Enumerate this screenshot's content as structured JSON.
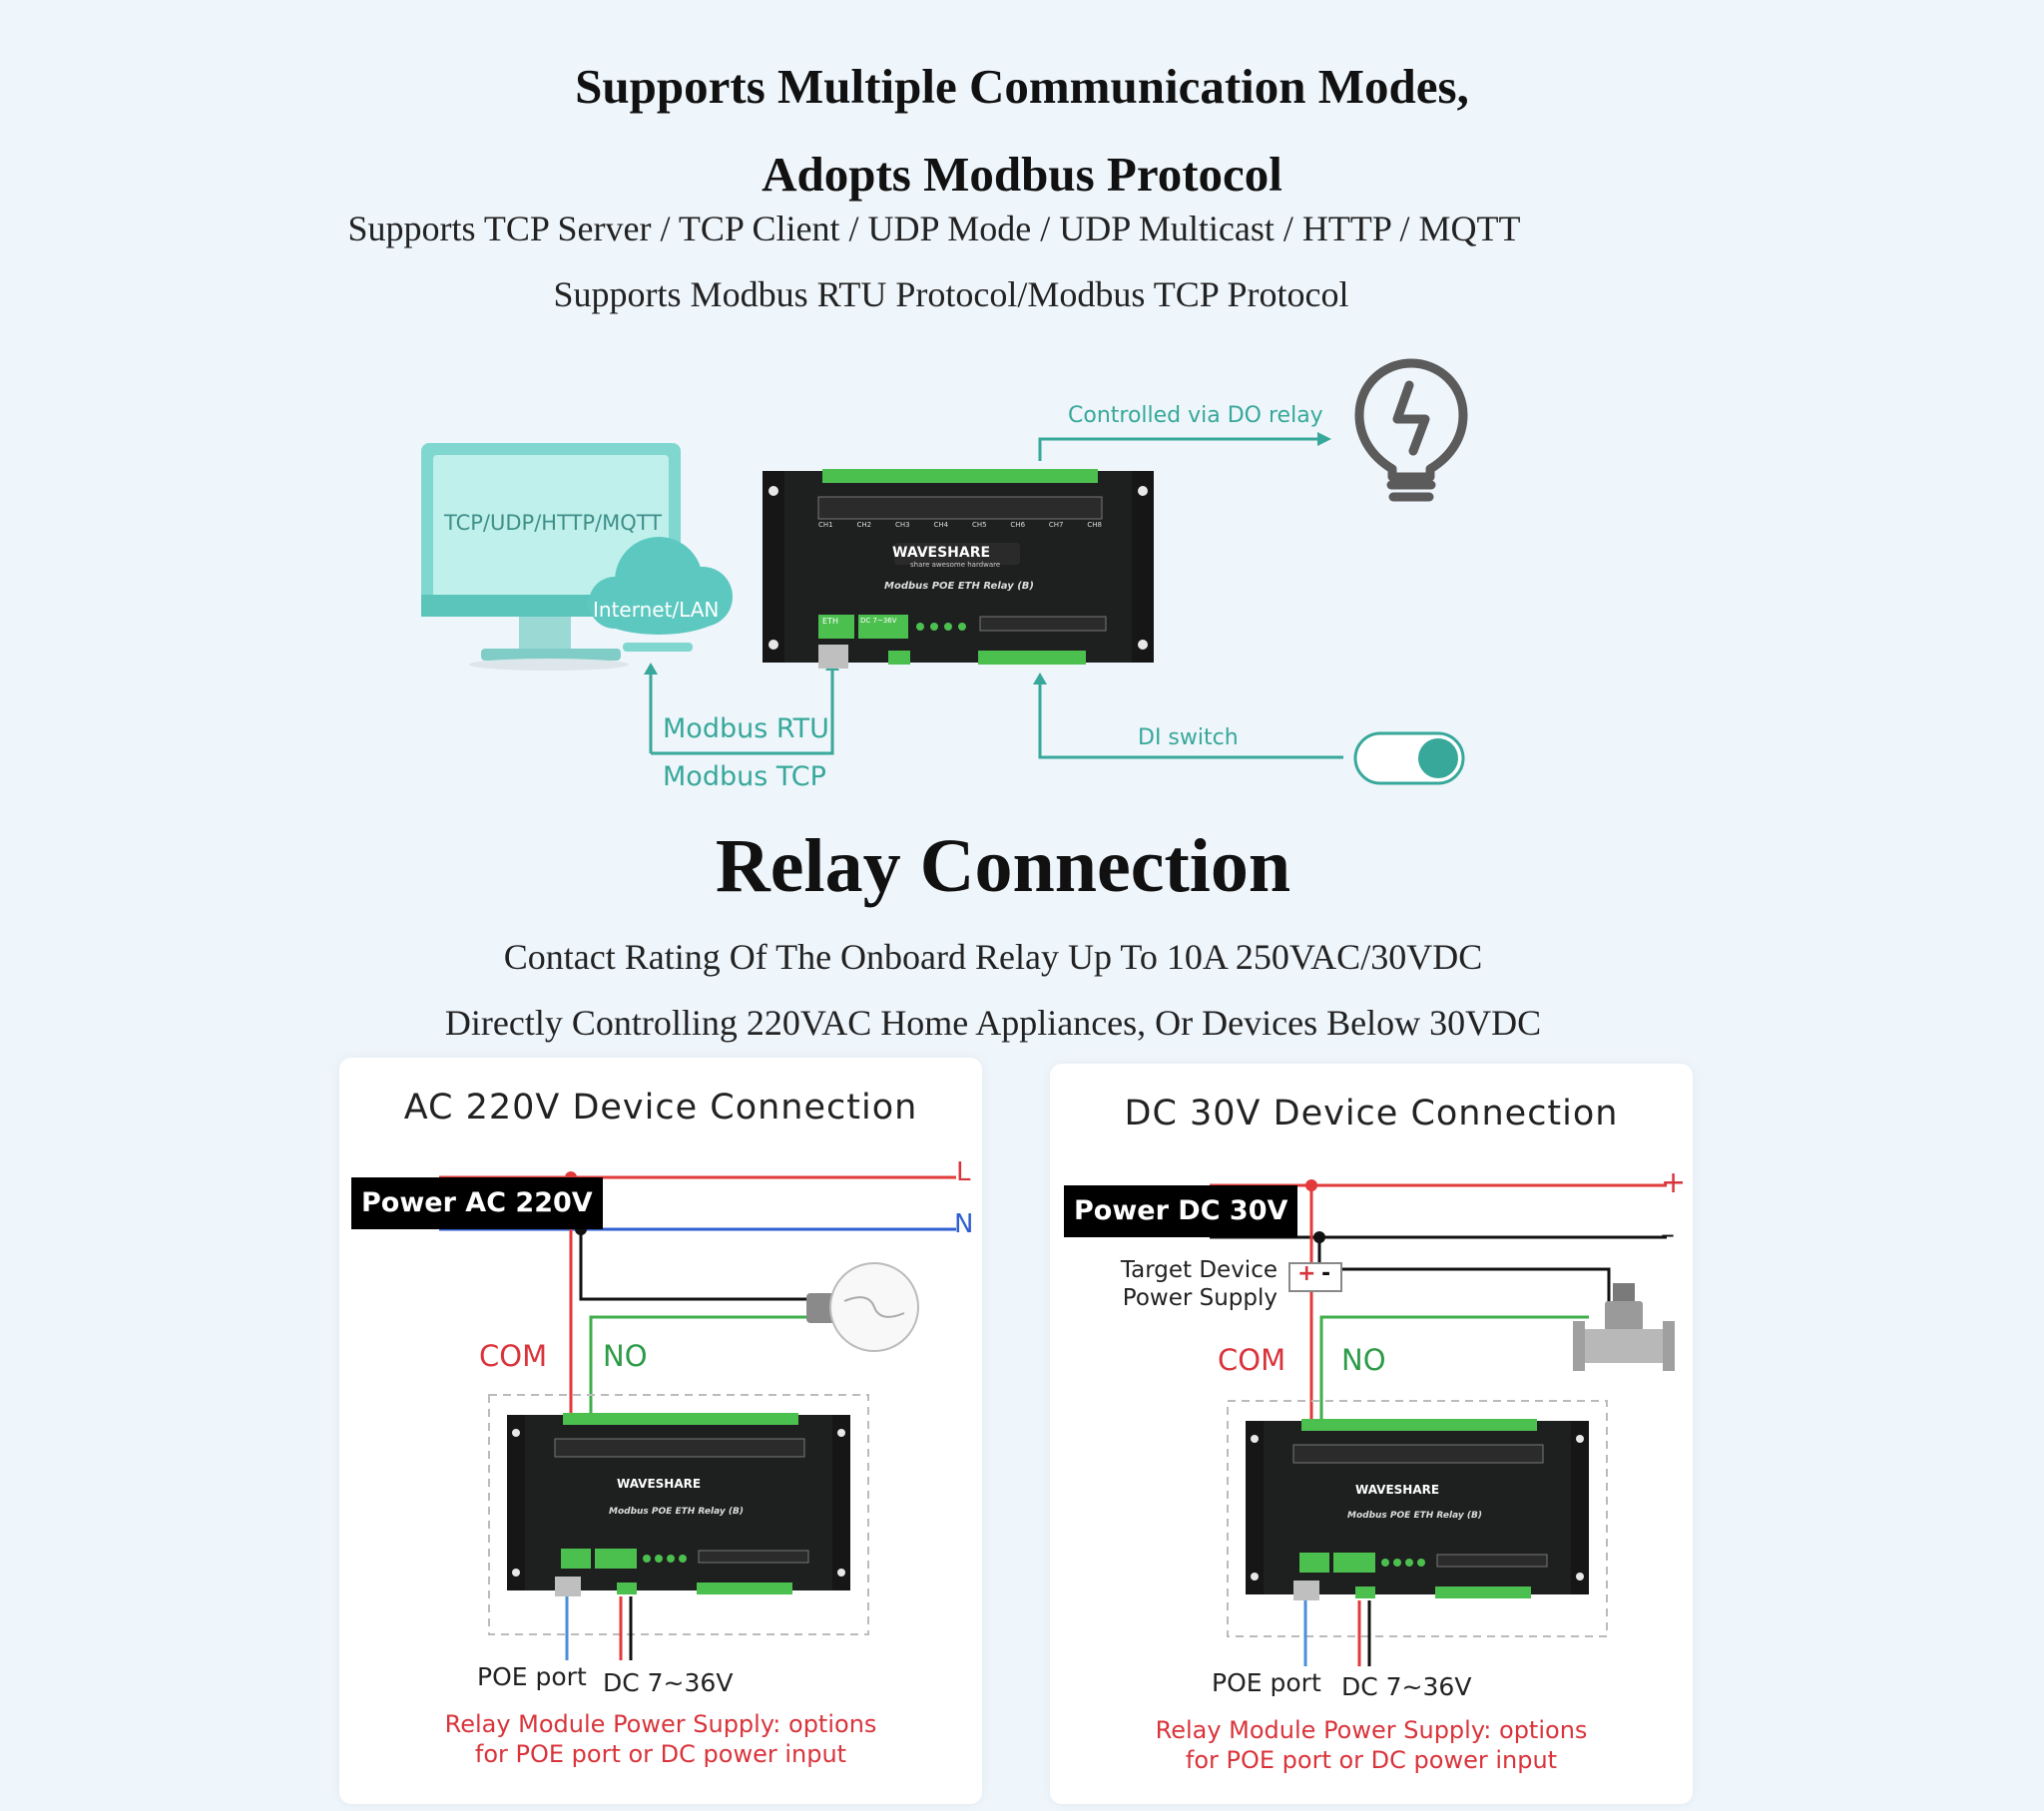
{
  "header": {
    "title_line1": "Supports Multiple Communication Modes,",
    "title_line2": "Adopts Modbus Protocol",
    "sub_line1": "Supports TCP Server / TCP Client / UDP Mode / UDP Multicast / HTTP / MQTT",
    "sub_line2": "Supports Modbus RTU Protocol/Modbus TCP Protocol"
  },
  "comm_diagram": {
    "monitor_label": "TCP/UDP/HTTP/MQTT",
    "cloud_label": "Internet/LAN",
    "do_label": "Controlled via DO relay",
    "di_label": "DI switch",
    "modbus_rtu": "Modbus RTU",
    "modbus_tcp": "Modbus TCP",
    "icons": [
      "monitor-icon",
      "cloud-icon",
      "lightbulb-icon",
      "toggle-switch-icon"
    ],
    "accent": "#37a89a"
  },
  "device": {
    "brand": "WAVESHARE",
    "tagline": "share awesome hardware",
    "model": "Modbus POE ETH Relay (B)",
    "channels": [
      "CH1",
      "CH2",
      "CH3",
      "CH4",
      "CH5",
      "CH6",
      "CH7",
      "CH8"
    ],
    "eth_label": "ETH",
    "dc_label": "DC 7~36V"
  },
  "relay_section": {
    "title": "Relay Connection",
    "sub_line1": "Contact Rating Of The Onboard Relay Up To 10A 250VAC/30VDC",
    "sub_line2": "Directly Controlling 220VAC Home Appliances, Or Devices Below 30VDC"
  },
  "panel_ac": {
    "title": "AC 220V Device Connection",
    "power_label": "Power AC 220V",
    "line_L": "L",
    "line_N": "N",
    "com": "COM",
    "no": "NO",
    "poe_port": "POE port",
    "dc_input": "DC 7~36V",
    "note_line1": "Relay Module Power Supply: options",
    "note_line2": "for POE port or DC power input"
  },
  "panel_dc": {
    "title": "DC 30V Device Connection",
    "power_label": "Power DC 30V",
    "line_plus": "+",
    "line_minus": "–",
    "target_line1": "Target Device",
    "target_line2": "Power Supply",
    "box_plus": "+",
    "box_minus": "-",
    "com": "COM",
    "no": "NO",
    "poe_port": "POE port",
    "dc_input": "DC 7~36V",
    "note_line1": "Relay Module Power Supply: options",
    "note_line2": "for POE port or DC power input"
  },
  "colors": {
    "red_wire": "#e23a3a",
    "blue_wire": "#2f5fd0",
    "green_wire": "#3fae4a",
    "device_body": "#1e1f1f",
    "terminal_green": "#4cc04f"
  }
}
